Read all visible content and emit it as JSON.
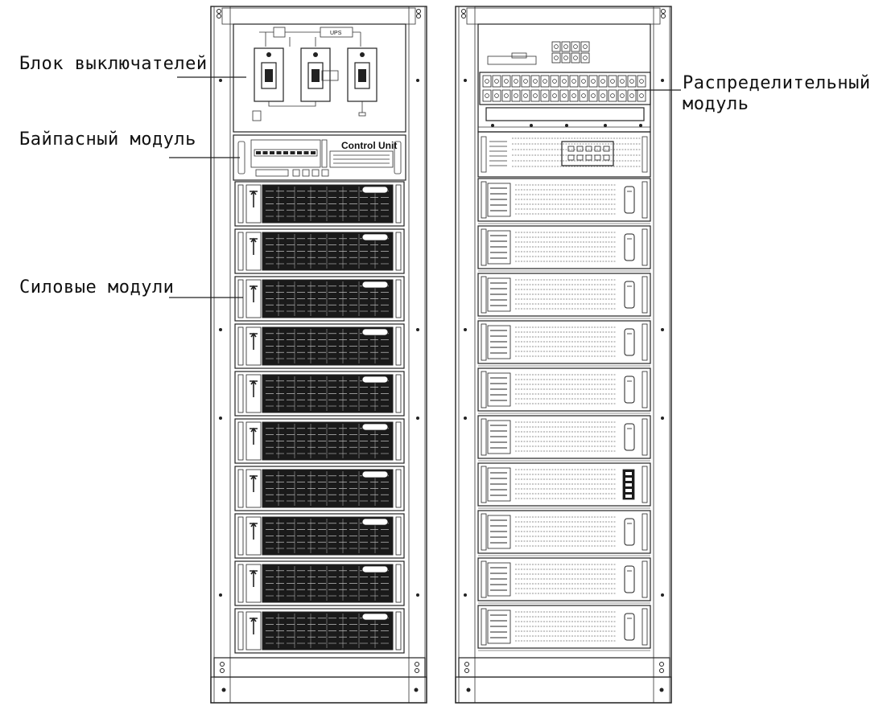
{
  "labels": {
    "breaker_block": "Блок выключателей",
    "bypass_module": "Байпасный модуль",
    "power_modules": "Силовые модули",
    "distribution_module_line1": "Распределительный",
    "distribution_module_line2": "модуль"
  },
  "front_cabinet": {
    "control_unit_text": "Control Unit",
    "power_module_count": 10
  },
  "rear_cabinet": {
    "module_count": 10
  },
  "colors": {
    "line": "#222222",
    "module_fill": "#1a1a1a",
    "background": "#ffffff"
  }
}
